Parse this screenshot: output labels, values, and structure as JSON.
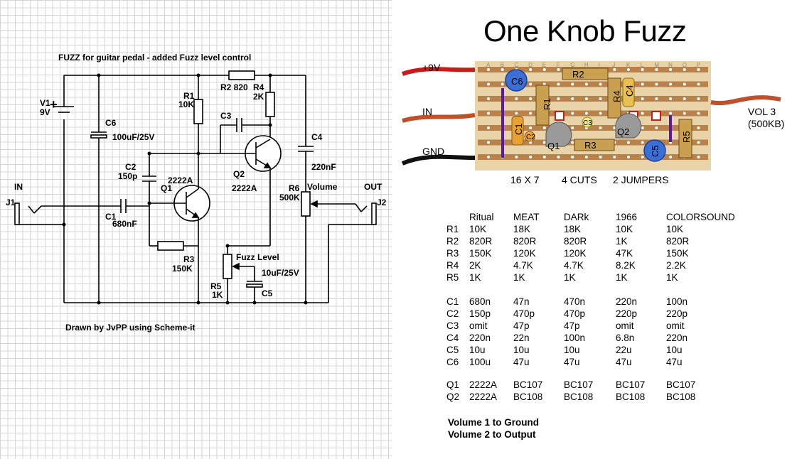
{
  "schematic": {
    "title": "FUZZ for guitar pedal - added Fuzz level control",
    "credit": "Drawn by JvPP using Scheme-it",
    "labels": {
      "v1": "V1",
      "v1_val": "9V",
      "plus": "+",
      "c6": "C6",
      "c6_val": "100uF/25V",
      "r1": "R1",
      "r1_val": "10K",
      "r2": "R2 820",
      "r4": "R4",
      "r4_val": "2K",
      "c3": "C3",
      "c4": "C4",
      "c4_val": "220nF",
      "c2": "C2",
      "c2_val": "150p",
      "q1": "Q1",
      "q1_val": "2222A",
      "q2": "Q2",
      "q2_val": "2222A",
      "in": "IN",
      "j1": "J1",
      "out": "OUT",
      "j2": "J2",
      "c1": "C1",
      "c1_val": "680nF",
      "r6": "R6",
      "r6_val": "500K",
      "volume": "Volume",
      "r3": "R3",
      "r3_val": "150K",
      "fuzz_level": "Fuzz Level",
      "c5_val": "10uF/25V",
      "c5": "C5",
      "r5": "R5",
      "r5_val": "1K"
    }
  },
  "layout_panel": {
    "title": "One Knob Fuzz",
    "wires": {
      "plus9v": "+9V",
      "in": "IN",
      "gnd": "GND",
      "vol3": "VOL 3",
      "vol3_sub": "(500KB)"
    },
    "columns": [
      "A",
      "B",
      "C",
      "D",
      "E",
      "F",
      "G",
      "H",
      "I",
      "J",
      "K",
      "L",
      "M",
      "N",
      "O",
      "P"
    ],
    "component_labels": {
      "c6": "C6",
      "r2": "R2",
      "r1": "R1",
      "r4": "R4",
      "c4": "C4",
      "c1": "C1",
      "c2": "C2",
      "c3": "C3",
      "q1": "Q1",
      "q2": "Q2",
      "r3": "R3",
      "c5": "C5",
      "r5": "R5"
    },
    "footer": {
      "size": "16 X 7",
      "cuts": "4 CUTS",
      "jumpers": "2 JUMPERS"
    }
  },
  "bom": {
    "headers": [
      "",
      "Ritual",
      "MEAT",
      "DARk",
      "1966",
      "COLORSOUND"
    ],
    "rows": [
      [
        "R1",
        "10K",
        "18K",
        "18K",
        "10K",
        "10K"
      ],
      [
        "R2",
        "820R",
        "820R",
        "820R",
        "1K",
        "820R"
      ],
      [
        "R3",
        "150K",
        "120K",
        "120K",
        "47K",
        "150K"
      ],
      [
        "R4",
        "2K",
        "4.7K",
        "4.7K",
        "8.2K",
        "2.2K"
      ],
      [
        "R5",
        "1K",
        "1K",
        "1K",
        "1K",
        "1K"
      ],
      [
        "C1",
        "680n",
        "47n",
        "470n",
        "220n",
        "100n"
      ],
      [
        "C2",
        "150p",
        "470p",
        "470p",
        "220p",
        "220p"
      ],
      [
        "C3",
        "omit",
        "47p",
        "47p",
        "omit",
        "omit"
      ],
      [
        "C4",
        "220n",
        "22n",
        "100n",
        "6.8n",
        "220n"
      ],
      [
        "C5",
        "10u",
        "10u",
        "10u",
        "22u",
        "10u"
      ],
      [
        "C6",
        "100u",
        "47u",
        "47u",
        "47u",
        "47u"
      ],
      [
        "Q1",
        "2222A",
        "BC107",
        "BC107",
        "BC107",
        "BC107"
      ],
      [
        "Q2",
        "2222A",
        "BC108",
        "BC108",
        "BC108",
        "BC108"
      ]
    ],
    "notes": [
      "Volume 1 to Ground",
      "Volume 2 to Output"
    ]
  },
  "colors": {
    "stripboard": "#e8d4a8",
    "strip": "#b8824a",
    "red_wire": "#cc1a1a",
    "orange_wire": "#c0502a",
    "black_wire": "#111111",
    "jumper": "#5a1aa8",
    "cap_blue": "#3a6fd8",
    "transistor": "#9a9a9a"
  }
}
